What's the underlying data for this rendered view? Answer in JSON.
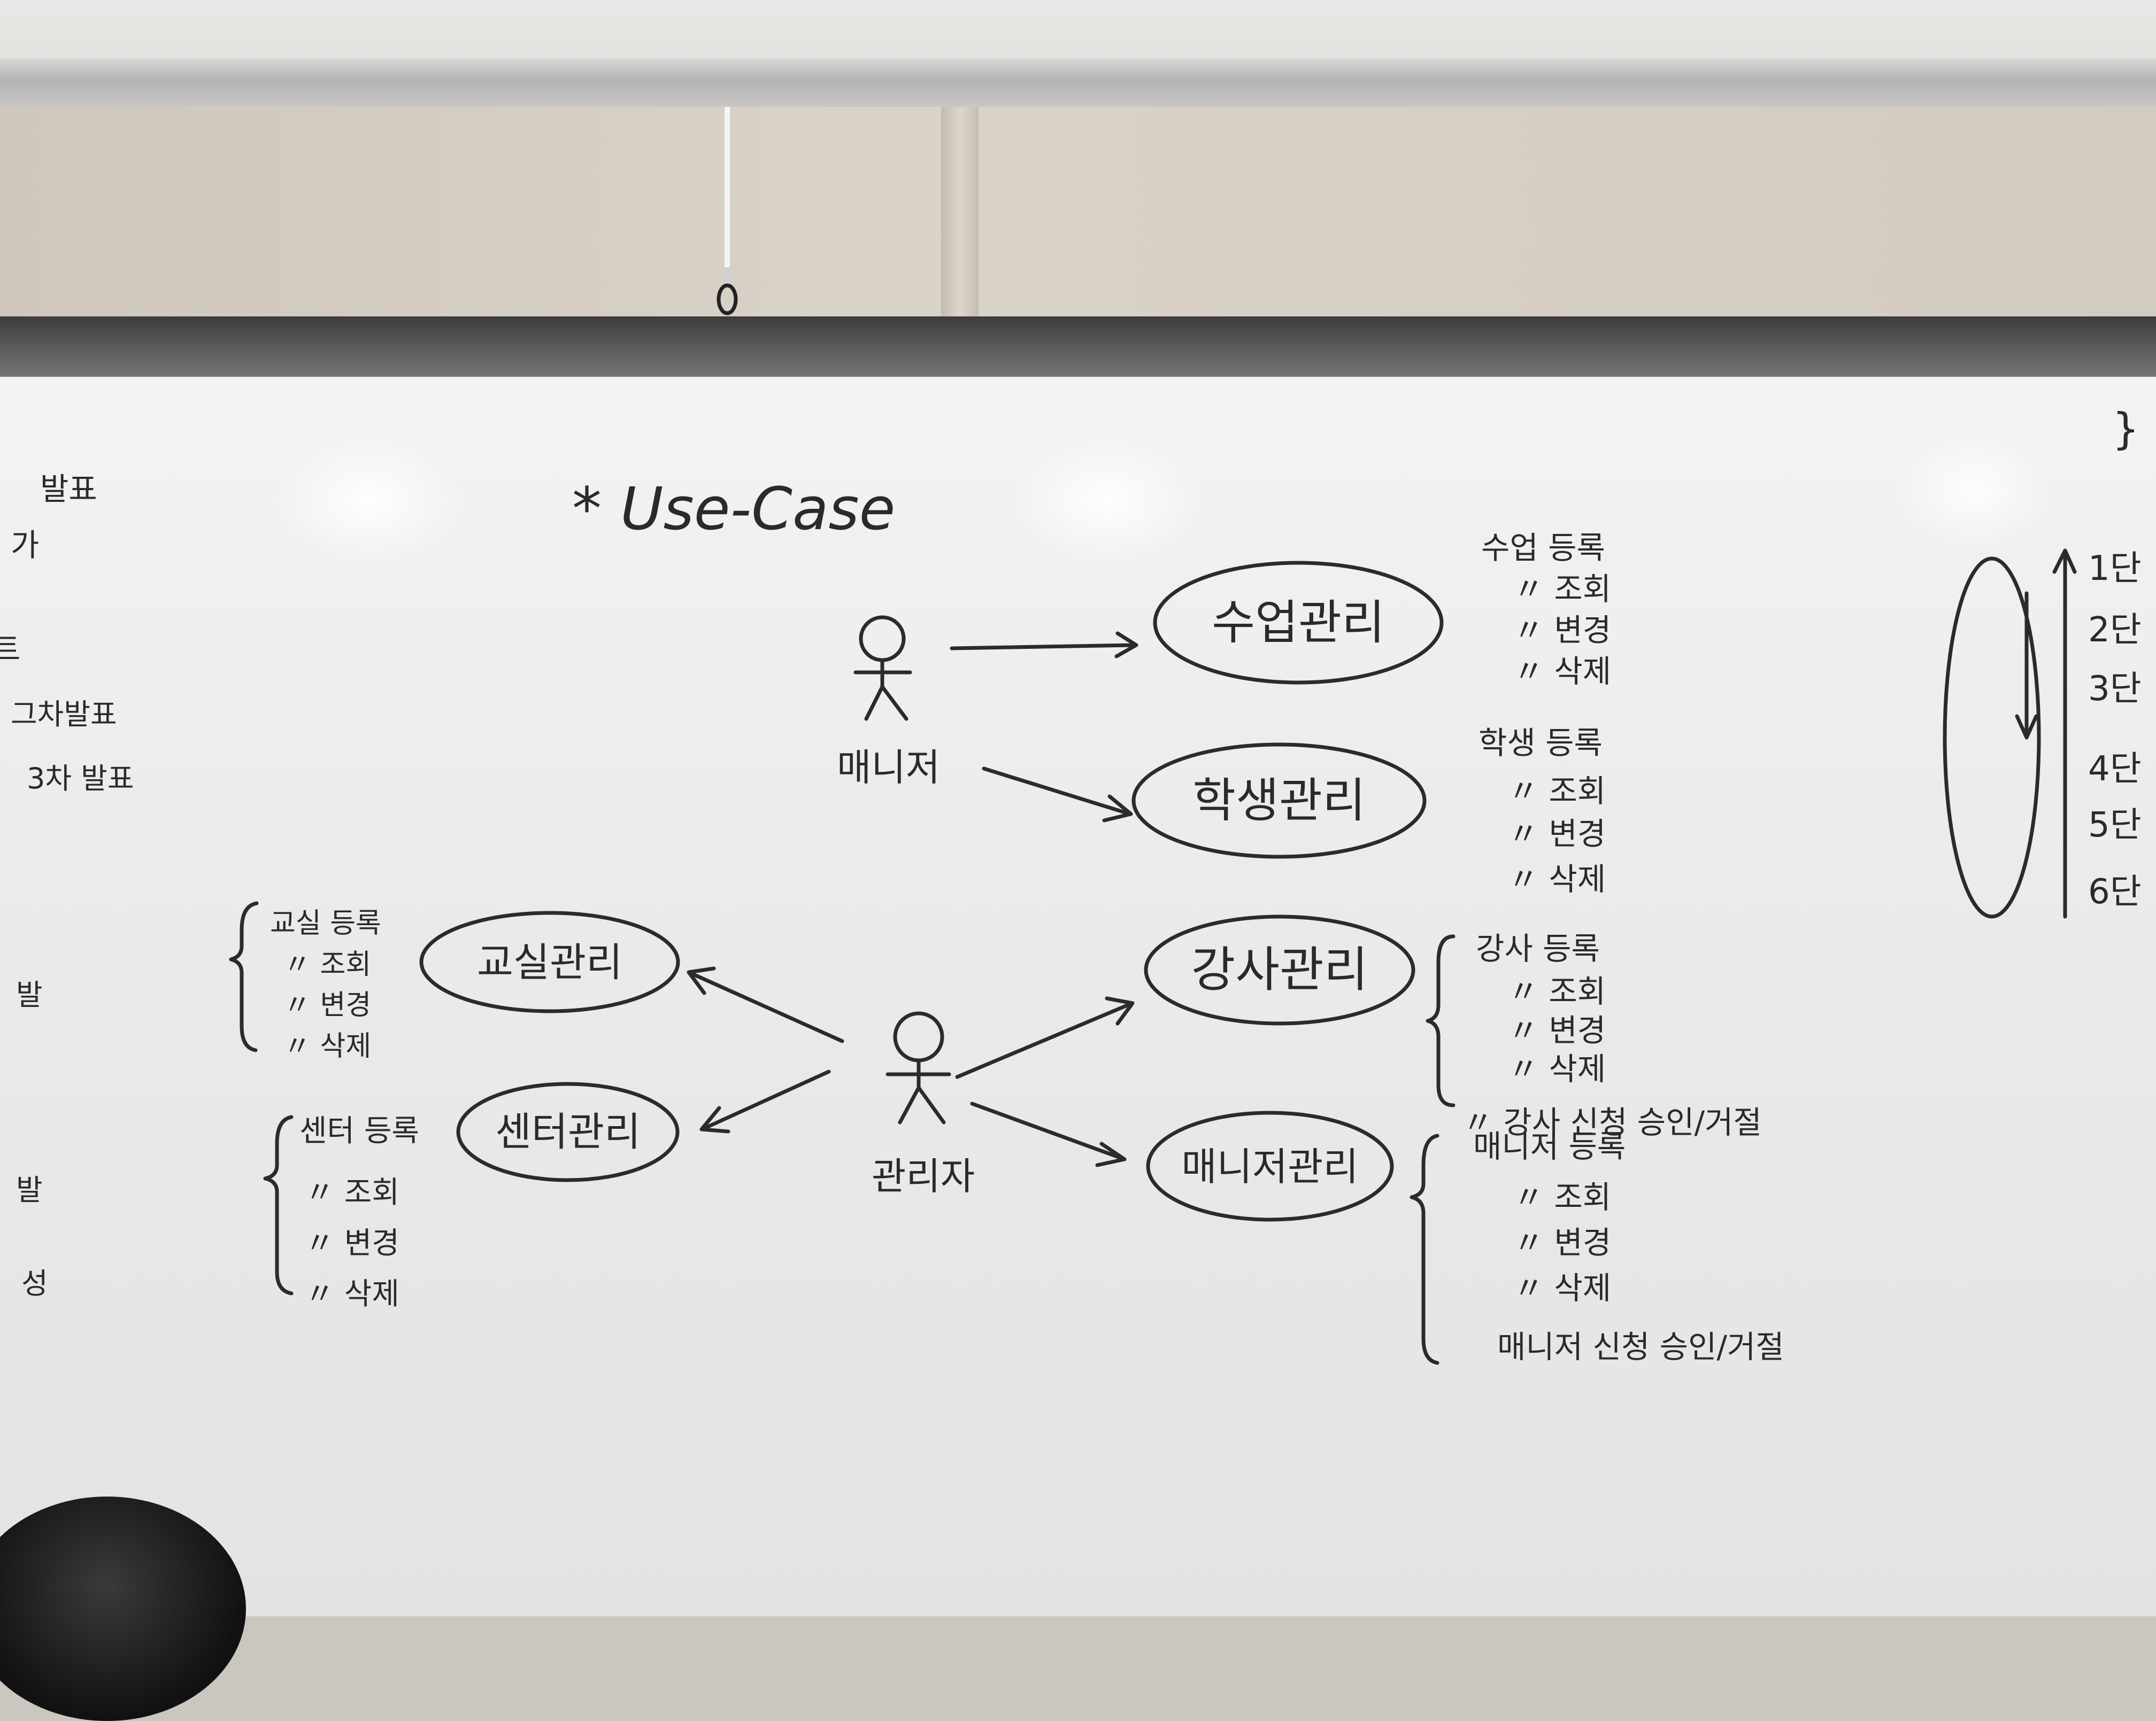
{
  "title": "* Use-Case",
  "actors": {
    "manager": "매니저",
    "admin": "관리자"
  },
  "use_cases": {
    "class": "수업관리",
    "student": "학생관리",
    "instructor": "강사관리",
    "manager": "매니저관리",
    "classroom": "교실관리",
    "center": "센터관리"
  },
  "notes": {
    "class": [
      "수업 등록",
      "〃 조회",
      "〃 변경",
      "〃 삭제"
    ],
    "student": [
      "학생 등록",
      "〃 조회",
      "〃 변경",
      "〃 삭제"
    ],
    "instructor": [
      "강사 등록",
      "〃 조회",
      "〃 변경",
      "〃 삭제",
      "〃 강사 신청 승인/거절"
    ],
    "manager": [
      "매니저 등록",
      "〃 조회",
      "〃 변경",
      "〃 삭제",
      "매니저 신청 승인/거절"
    ],
    "classroom": [
      "교실 등록",
      "〃 조회",
      "〃 변경",
      "〃 삭제"
    ],
    "center": [
      "센터 등록",
      "〃 조회",
      "〃 변경",
      "〃 삭제"
    ]
  },
  "left_edge_fragments": [
    "발표",
    "가",
    "트",
    "그차발표",
    "3차 발표",
    "발",
    "발",
    "성"
  ],
  "right_edge": {
    "top": "}",
    "list": [
      "1단",
      "2단",
      "3단",
      "4단",
      "5단",
      "6단"
    ]
  }
}
